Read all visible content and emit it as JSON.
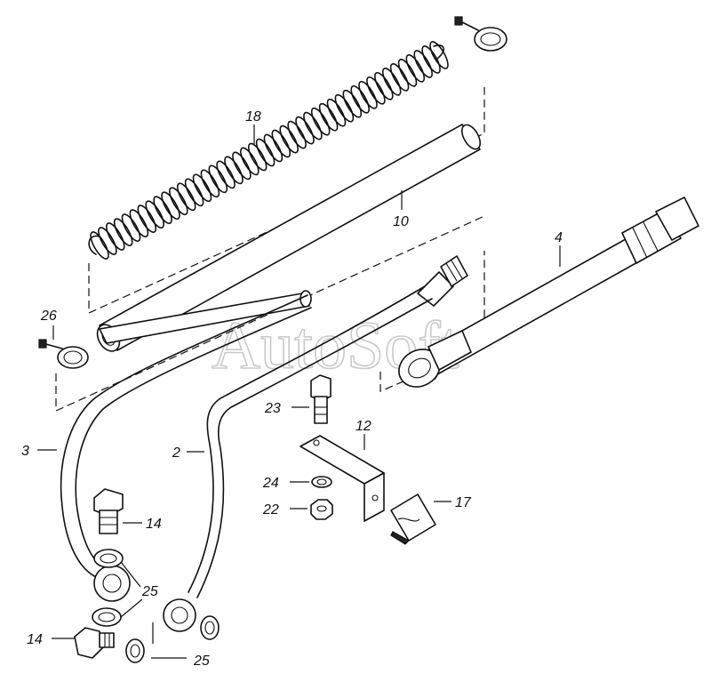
{
  "watermark": "AutoSoft",
  "callouts": {
    "c18": "18",
    "c10": "10",
    "c4": "4",
    "c26": "26",
    "c23": "23",
    "c12": "12",
    "c3": "3",
    "c2": "2",
    "c24": "24",
    "c22": "22",
    "c17": "17",
    "c14a": "14",
    "c25a": "25",
    "c14b": "14",
    "c25b": "25"
  }
}
